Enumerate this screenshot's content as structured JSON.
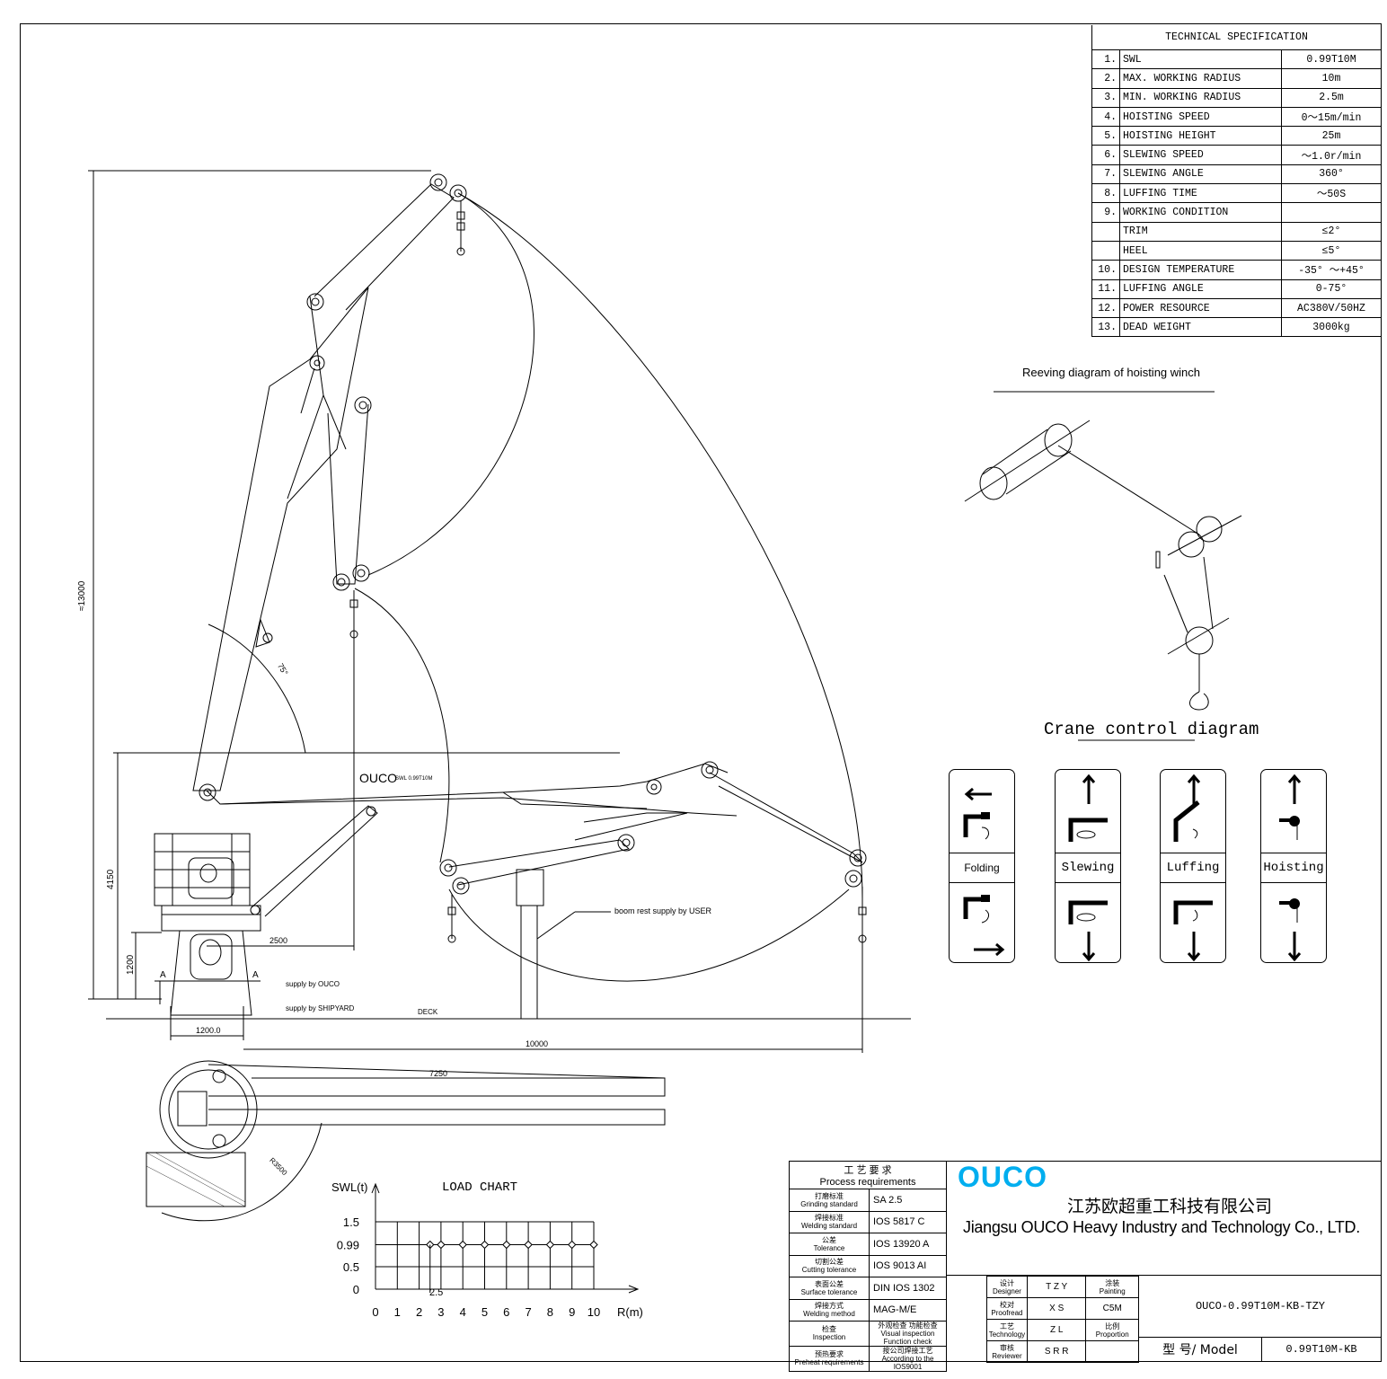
{
  "spec": {
    "title": "TECHNICAL SPECIFICATION",
    "rows": [
      {
        "no": "1.",
        "item": "SWL",
        "value": "0.99T10M"
      },
      {
        "no": "2.",
        "item": "MAX. WORKING RADIUS",
        "value": "10m"
      },
      {
        "no": "3.",
        "item": "MIN. WORKING RADIUS",
        "value": "2.5m"
      },
      {
        "no": "4.",
        "item": "HOISTING SPEED",
        "value": "0～15m/min"
      },
      {
        "no": "5.",
        "item": "HOISTING HEIGHT",
        "value": "25m"
      },
      {
        "no": "6.",
        "item": "SLEWING SPEED",
        "value": "～1.0r/min"
      },
      {
        "no": "7.",
        "item": "SLEWING ANGLE",
        "value": "360°"
      },
      {
        "no": "8.",
        "item": "LUFFING TIME",
        "value": "～50S"
      },
      {
        "no": "9.",
        "item": "WORKING CONDITION",
        "value": ""
      },
      {
        "no": "",
        "item": "TRIM",
        "value": "≤2°"
      },
      {
        "no": "",
        "item": "HEEL",
        "value": "≤5°"
      },
      {
        "no": "10.",
        "item": "DESIGN TEMPERATURE",
        "value": "-35° ～+45°"
      },
      {
        "no": "11.",
        "item": "LUFFING ANGLE",
        "value": "0-75°"
      },
      {
        "no": "12.",
        "item": "POWER RESOURCE",
        "value": "AC380V/50HZ"
      },
      {
        "no": "13.",
        "item": "DEAD WEIGHT",
        "value": "3000kg"
      }
    ]
  },
  "reeving": {
    "title": "Reeving diagram of hoisting winch"
  },
  "control": {
    "title": "Crane control diagram",
    "panels": [
      {
        "label": "Folding"
      },
      {
        "label": "Slewing"
      },
      {
        "label": "Luffing"
      },
      {
        "label": "Hoisting"
      }
    ]
  },
  "drawing": {
    "dim_height": "≈13000",
    "dim_4150": "4150",
    "dim_1200": "1200",
    "dim_2500": "2500",
    "dim_1200_base": "1200.0",
    "dim_10000": "10000",
    "dim_7250": "7250",
    "dim_r3500": "R3500",
    "angle": "75°",
    "boom_brand": "OUCO",
    "boom_swl": "SWL 0.99T10M",
    "boom_rest": "boom rest supply by USER",
    "supply_ouco": "supply by OUCO",
    "supply_shipyard": "supply by SHIPYARD",
    "deck": "DECK",
    "section_a": "A"
  },
  "load_chart": {
    "title": "LOAD CHART",
    "y_label": "SWL(t)",
    "x_label": "R(m)",
    "y_ticks": [
      "1.5",
      "0.99",
      "0.5",
      "0"
    ],
    "x_ticks": [
      "0",
      "1",
      "2",
      "3",
      "4",
      "5",
      "6",
      "7",
      "8",
      "9",
      "10"
    ],
    "min_radius_label": "2.5"
  },
  "chart_data": {
    "type": "line",
    "title": "LOAD CHART",
    "xlabel": "R(m)",
    "ylabel": "SWL(t)",
    "xlim": [
      0,
      10
    ],
    "ylim": [
      0,
      1.5
    ],
    "x": [
      2.5,
      3,
      4,
      5,
      6,
      7,
      8,
      9,
      10
    ],
    "series": [
      {
        "values": [
          0.99,
          0.99,
          0.99,
          0.99,
          0.99,
          0.99,
          0.99,
          0.99,
          0.99
        ]
      }
    ]
  },
  "title_block": {
    "process_cn": "工 艺 要 求",
    "process_en": "Process requirements",
    "rows": [
      {
        "cn": "打磨标准",
        "en": "Grinding standard",
        "value": "SA  2.5"
      },
      {
        "cn": "焊接标准",
        "en": "Welding standard",
        "value": "IOS  5817  C"
      },
      {
        "cn": "公差",
        "en": "Tolerance",
        "value": "IOS  13920  A"
      },
      {
        "cn": "切割公差",
        "en": "Cutting tolerance",
        "value": "IOS  9013  AI"
      },
      {
        "cn": "表面公差",
        "en": "Surface tolerance",
        "value": "DIN  IOS  1302"
      },
      {
        "cn": "焊接方式",
        "en": "Welding method",
        "value": "MAG-M/E"
      },
      {
        "cn": "检查",
        "en": "Inspection",
        "value": "外观检查  功能检查"
      },
      {
        "cn": "预热要求",
        "en": "Preheat requirements",
        "value": "按公司焊接工艺"
      }
    ],
    "inspection_en": "Visual inspection  Function check",
    "preheat_en": "According to the IOS9001",
    "logo": "OUCO",
    "company_cn": "江苏欧超重工科技有限公司",
    "company_en": "Jiangsu OUCO Heavy Industry and Technology Co., LTD.",
    "roles": [
      {
        "cn": "设计",
        "en": "Designer",
        "value": "T Z Y"
      },
      {
        "cn": "校对",
        "en": "Proofread",
        "value": "X  S"
      },
      {
        "cn": "工艺",
        "en": "Technology",
        "value": "Z  L"
      },
      {
        "cn": "审核",
        "en": "Reviewer",
        "value": "S R R"
      }
    ],
    "painting_cn": "涂装",
    "painting_en": "Painting",
    "painting_value": "C5M",
    "proportion_cn": "比例",
    "proportion_en": "Proportion",
    "drawing_no": "OUCO-0.99T10M-KB-TZY",
    "model_label": "型 号/ Model",
    "model_value": "0.99T10M-KB"
  }
}
